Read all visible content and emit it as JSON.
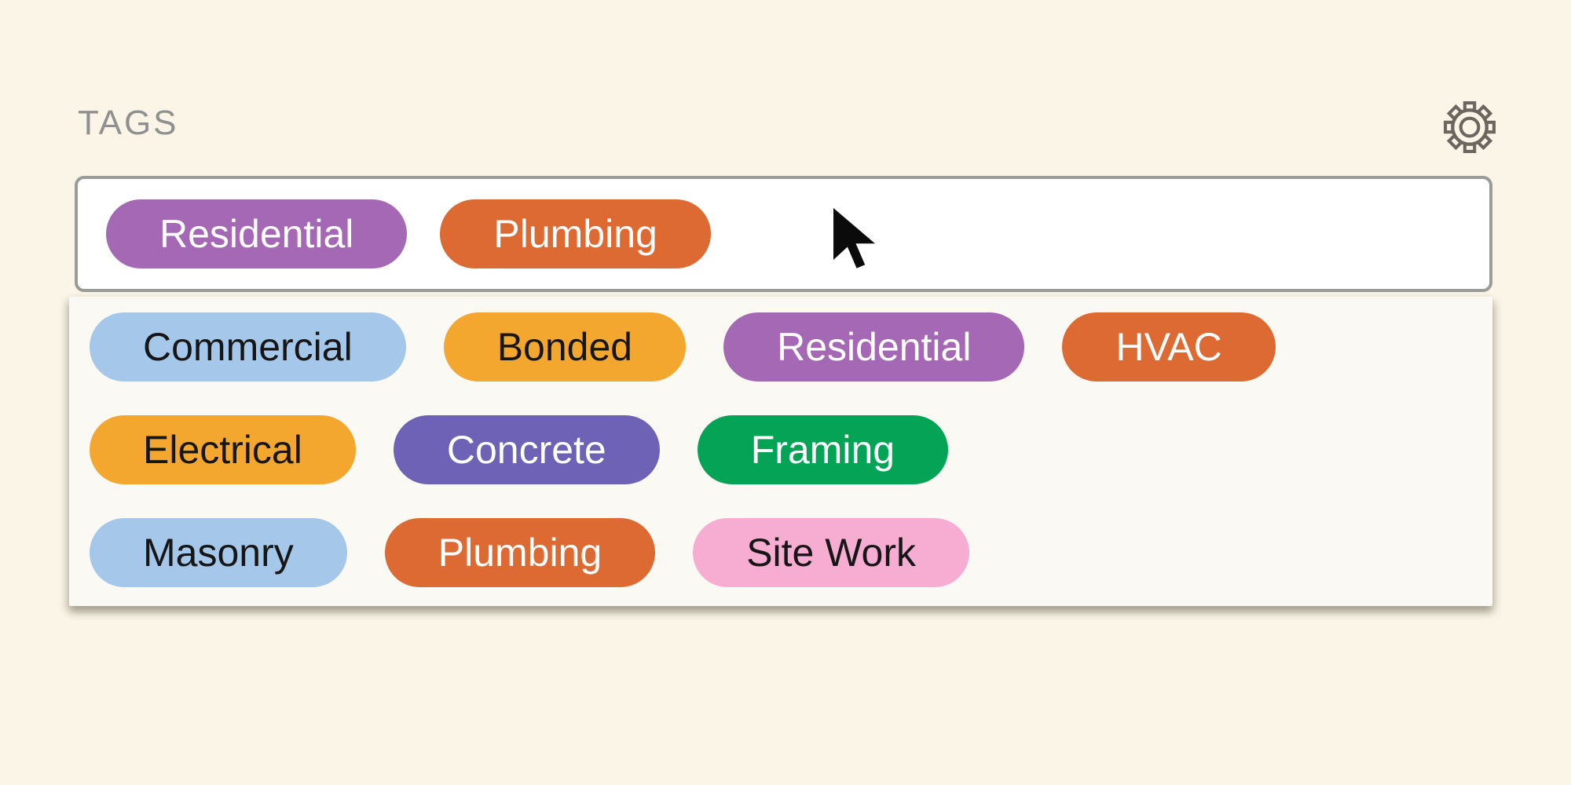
{
  "tags_section": {
    "label": "TAGS"
  },
  "icons": {
    "gear": "gear-icon",
    "cursor": "arrow-cursor"
  },
  "colors": {
    "page_background": "#FAF5E7",
    "panel_background": "#FBF9F3",
    "input_background": "#FFFFFF",
    "input_border": "#9B9B99",
    "label_gray": "#909090",
    "icon_gray": "#6B665F"
  },
  "tag_input": {
    "selected": [
      {
        "label": "Residential",
        "bg": "#A568B4",
        "text": "#FFFFFF"
      },
      {
        "label": "Plumbing",
        "bg": "#DC6A32",
        "text": "#FFFFFF"
      }
    ]
  },
  "dropdown": {
    "rows": [
      [
        {
          "label": "Commercial",
          "bg": "#A4C7EA",
          "text": "#161616"
        },
        {
          "label": "Bonded",
          "bg": "#F3A72F",
          "text": "#161616"
        },
        {
          "label": "Residential",
          "bg": "#A568B4",
          "text": "#FFFFFF"
        },
        {
          "label": "HVAC",
          "bg": "#DC6A32",
          "text": "#FFFFFF"
        }
      ],
      [
        {
          "label": "Electrical",
          "bg": "#F3A72F",
          "text": "#161616"
        },
        {
          "label": "Concrete",
          "bg": "#6E62B7",
          "text": "#FFFFFF"
        },
        {
          "label": "Framing",
          "bg": "#04A356",
          "text": "#FFFFFF"
        }
      ],
      [
        {
          "label": "Masonry",
          "bg": "#A4C7EA",
          "text": "#161616"
        },
        {
          "label": "Plumbing",
          "bg": "#DC6A32",
          "text": "#FFFFFF"
        },
        {
          "label": "Site Work",
          "bg": "#F7ADD2",
          "text": "#161616"
        }
      ]
    ]
  }
}
